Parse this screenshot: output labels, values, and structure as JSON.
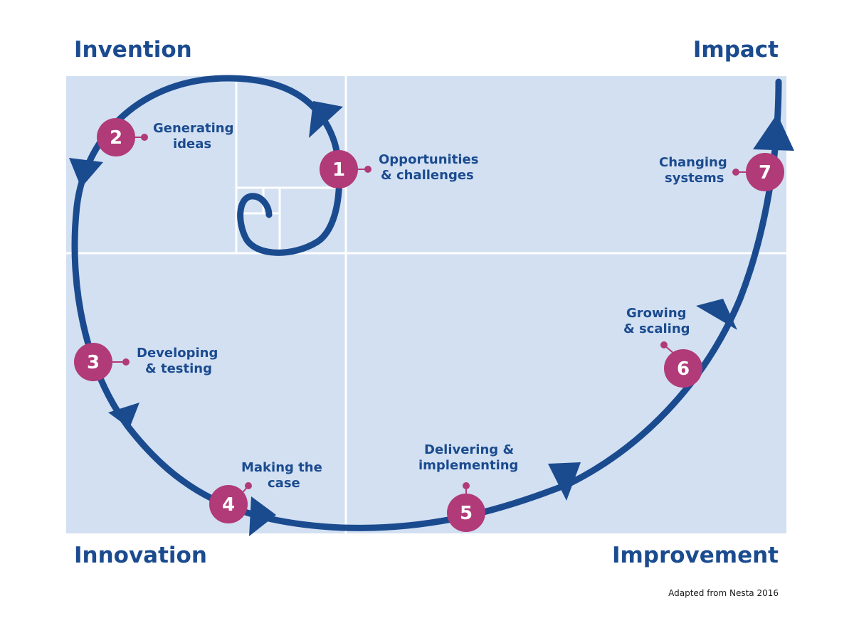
{
  "corners": {
    "top_left": "Invention",
    "top_right": "Impact",
    "bottom_left": "Innovation",
    "bottom_right": "Improvement"
  },
  "credit": "Adapted from Nesta 2016",
  "colors": {
    "background_panel": "#d2e0f2",
    "spiral": "#1b4b8f",
    "step_circle": "#b13a78",
    "text": "#1b4b8f"
  },
  "steps": [
    {
      "number": "1",
      "lines": [
        "Opportunities",
        "& challenges"
      ]
    },
    {
      "number": "2",
      "lines": [
        "Generating",
        "ideas"
      ]
    },
    {
      "number": "3",
      "lines": [
        "Developing",
        "& testing"
      ]
    },
    {
      "number": "4",
      "lines": [
        "Making the",
        "case"
      ]
    },
    {
      "number": "5",
      "lines": [
        "Delivering &",
        "implementing"
      ]
    },
    {
      "number": "6",
      "lines": [
        "Growing",
        "& scaling"
      ]
    },
    {
      "number": "7",
      "lines": [
        "Changing",
        "systems"
      ]
    }
  ]
}
